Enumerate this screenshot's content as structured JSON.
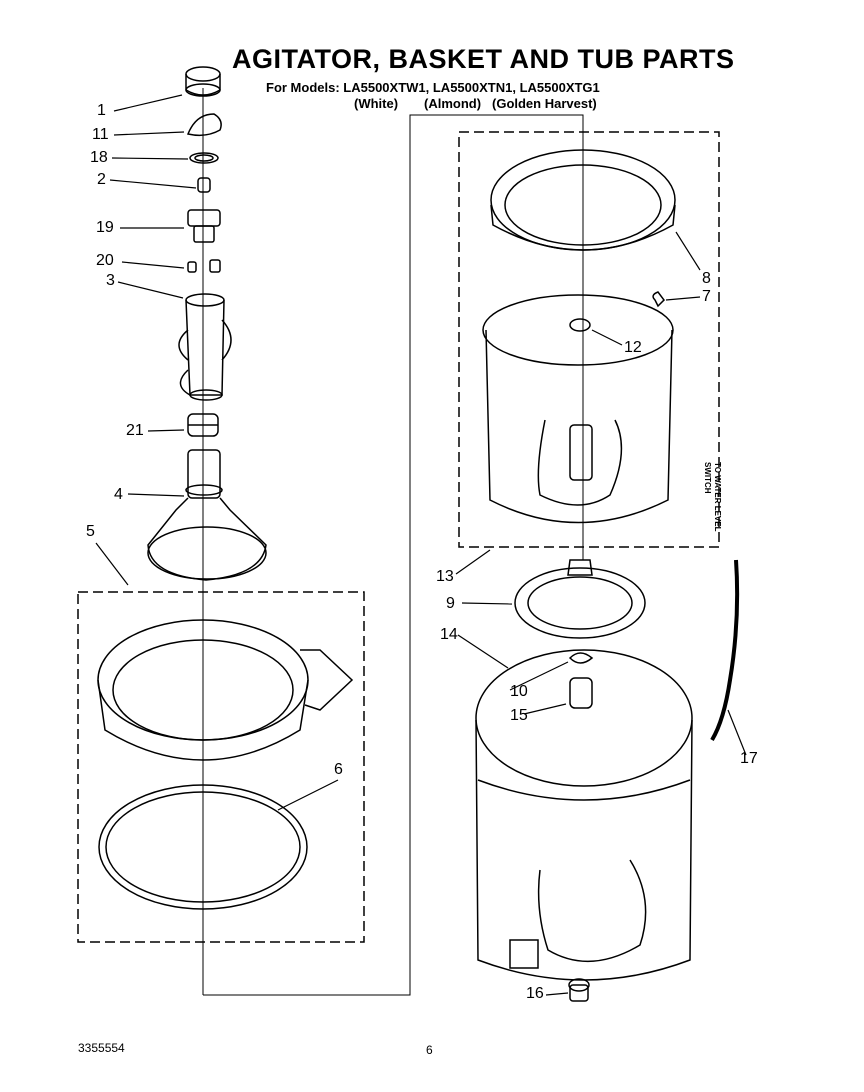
{
  "header": {
    "title": "AGITATOR, BASKET AND TUB PARTS",
    "models_line": "For Models: LA5500XTW1, LA5500XTN1, LA5500XTG1",
    "variants": [
      "(White)",
      "(Almond)",
      "(Golden Harvest)"
    ]
  },
  "callouts": [
    "1",
    "11",
    "18",
    "2",
    "19",
    "20",
    "3",
    "21",
    "4",
    "5",
    "6",
    "8",
    "7",
    "12",
    "13",
    "9",
    "14",
    "10",
    "15",
    "17",
    "16"
  ],
  "side_note": {
    "line1": "TO WATER LEVEL",
    "line2": "SWITCH"
  },
  "footer": {
    "doc_number": "3355554",
    "page_number": "6"
  }
}
